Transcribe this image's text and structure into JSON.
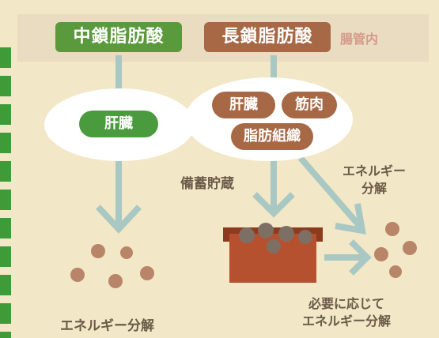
{
  "titles": {
    "mcfa": "中鎖脂肪酸",
    "lcfa": "長鎖脂肪酸",
    "side_label": "腸管内"
  },
  "left_branch": {
    "organ": "肝臓",
    "result": "エネルギー分解"
  },
  "right_branch": {
    "organs": [
      "肝臓",
      "筋肉",
      "脂肪組織"
    ],
    "storage_label": "備蓄貯蔵",
    "energy_label": [
      "エネルギー",
      "分解"
    ],
    "bottom_label": [
      "必要に応じて",
      "エネルギー分解"
    ]
  },
  "colors": {
    "mcfa_green": "#5a9a3c",
    "lcfa_brown": "#a76845",
    "arrow": "#a9c8c3",
    "dot": "#b98568"
  }
}
